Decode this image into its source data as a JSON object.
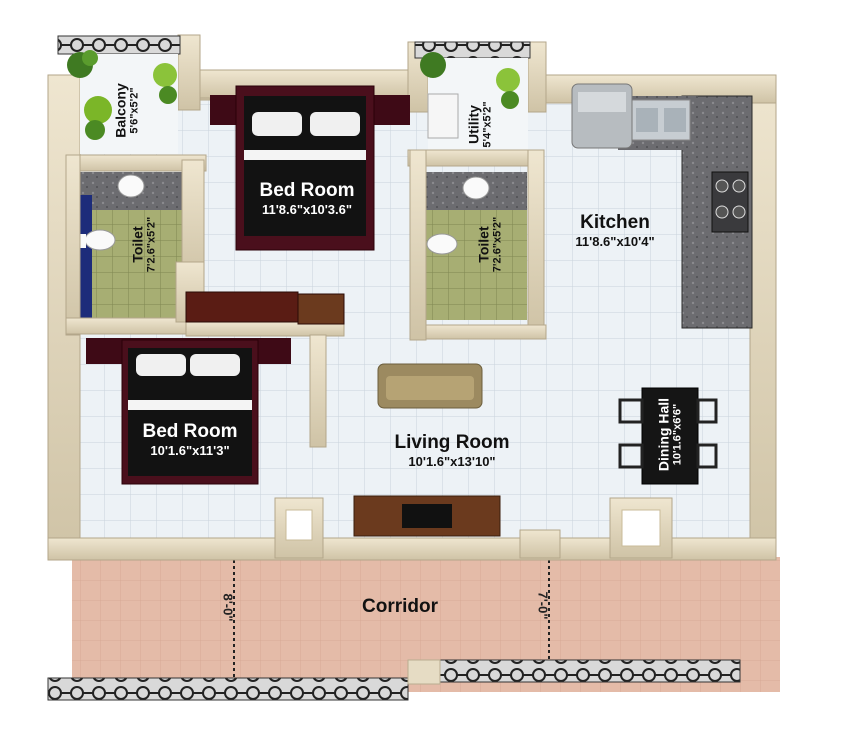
{
  "rooms": {
    "balcony": {
      "name": "Balcony",
      "dims": "5'6\"x5'2\""
    },
    "bedroom1": {
      "name": "Bed Room",
      "dims": "11'8.6\"x10'3.6\""
    },
    "utility": {
      "name": "Utility",
      "dims": "5'4\"x5'2\""
    },
    "kitchen": {
      "name": "Kitchen",
      "dims": "11'8.6\"x10'4\""
    },
    "toilet1": {
      "name": "Toilet",
      "dims": "7'2.6\"x5'2\""
    },
    "toilet2": {
      "name": "Toilet",
      "dims": "7'2.6\"x5'2\""
    },
    "bedroom2": {
      "name": "Bed Room",
      "dims": "10'1.6\"x11'3\""
    },
    "living": {
      "name": "Living Room",
      "dims": "10'1.6\"x13'10\""
    },
    "dining": {
      "name": "Dining Hall",
      "dims": "10'1.6\"x6'6\""
    },
    "corridor": {
      "name": "Corridor"
    }
  },
  "corridor_dims": {
    "left": "8'-0\"",
    "right": "7'-0\""
  },
  "colors": {
    "floor_tile": "#e8eef3",
    "wall": "#e6dcc4",
    "corridor": "#e2b7a3",
    "bed_frame": "#4a0f1c",
    "toilet_floor": "#9aa56a",
    "granite": "#6f6f72"
  }
}
